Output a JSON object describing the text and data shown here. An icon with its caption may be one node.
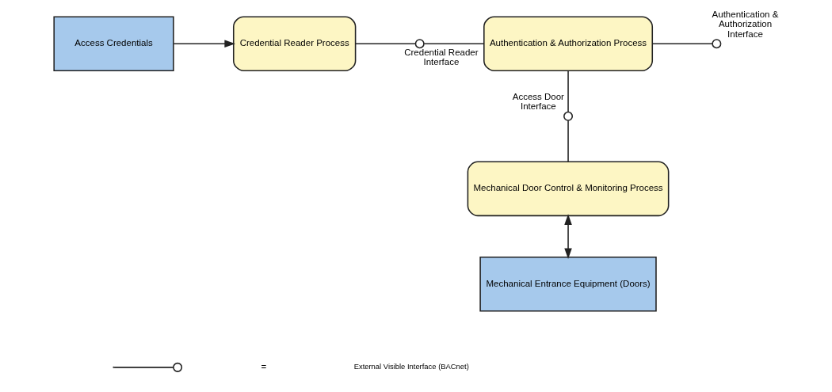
{
  "diagram": {
    "nodes": [
      {
        "text": [
          "Access Credentials"
        ]
      },
      {
        "text": [
          "Credential Reader Process"
        ]
      },
      {
        "text": [
          "Authentication & Authorization Process"
        ]
      },
      {
        "text": [
          "Mechanical Door Control & Monitoring Process"
        ]
      },
      {
        "text": [
          "Mechanical Entrance Equipment (Doors)"
        ]
      },
      {
        "text": [],
        "shape": "circle",
        "beside": [
          "Credential Reader Interface"
        ]
      },
      {
        "text": [],
        "shape": "circle",
        "beside": [
          "Access Door Interface"
        ]
      },
      {
        "text": [],
        "shape": "circle",
        "beside": [
          "Authentication & Authorization Interface"
        ]
      }
    ],
    "edges": [
      {
        "from": 0,
        "to": 1,
        "arrow": "to"
      },
      {
        "from": 1,
        "to": 5,
        "arrow": "none"
      },
      {
        "from": 5,
        "to": 2,
        "arrow": "none"
      },
      {
        "from": 2,
        "to": 7,
        "arrow": "none"
      },
      {
        "from": 2,
        "to": 6,
        "arrow": "none"
      },
      {
        "from": 6,
        "to": 3,
        "arrow": "none"
      },
      {
        "from": 3,
        "to": 4,
        "arrow": "both"
      }
    ],
    "labels": [
      "="
    ],
    "legend": [
      {
        "text": "External Visible Interface (BACnet)"
      }
    ]
  }
}
